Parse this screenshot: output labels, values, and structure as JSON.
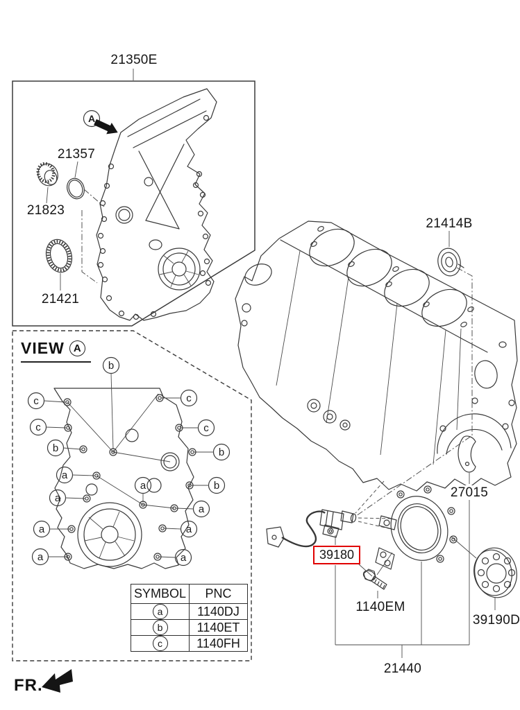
{
  "page": {
    "bg": "#ffffff",
    "line_color": "#383838",
    "highlight_color": "#e00000"
  },
  "labels": {
    "cover_assy": "21350E",
    "oring": "21357",
    "plug_cap": "21823",
    "front_seal": "21421",
    "block_marker": "A",
    "cap_21414b": "21414B",
    "bracket_27015": "27015",
    "sensor_39180": "39180",
    "bolt_1140em": "1140EM",
    "plate_39190d": "39190D",
    "seal_assy_21440": "21440"
  },
  "view_a": {
    "title": "VIEW",
    "marker": "A",
    "callouts": [
      "b",
      "c",
      "c",
      "b",
      "a",
      "a",
      "a",
      "a",
      "a",
      "c",
      "c",
      "b",
      "b",
      "a",
      "a",
      "a"
    ]
  },
  "table": {
    "headers": [
      "SYMBOL",
      "PNC"
    ],
    "rows": [
      {
        "symbol": "a",
        "pnc": "1140DJ"
      },
      {
        "symbol": "b",
        "pnc": "1140ET"
      },
      {
        "symbol": "c",
        "pnc": "1140FH"
      }
    ]
  },
  "footer": {
    "front_label": "FR."
  }
}
